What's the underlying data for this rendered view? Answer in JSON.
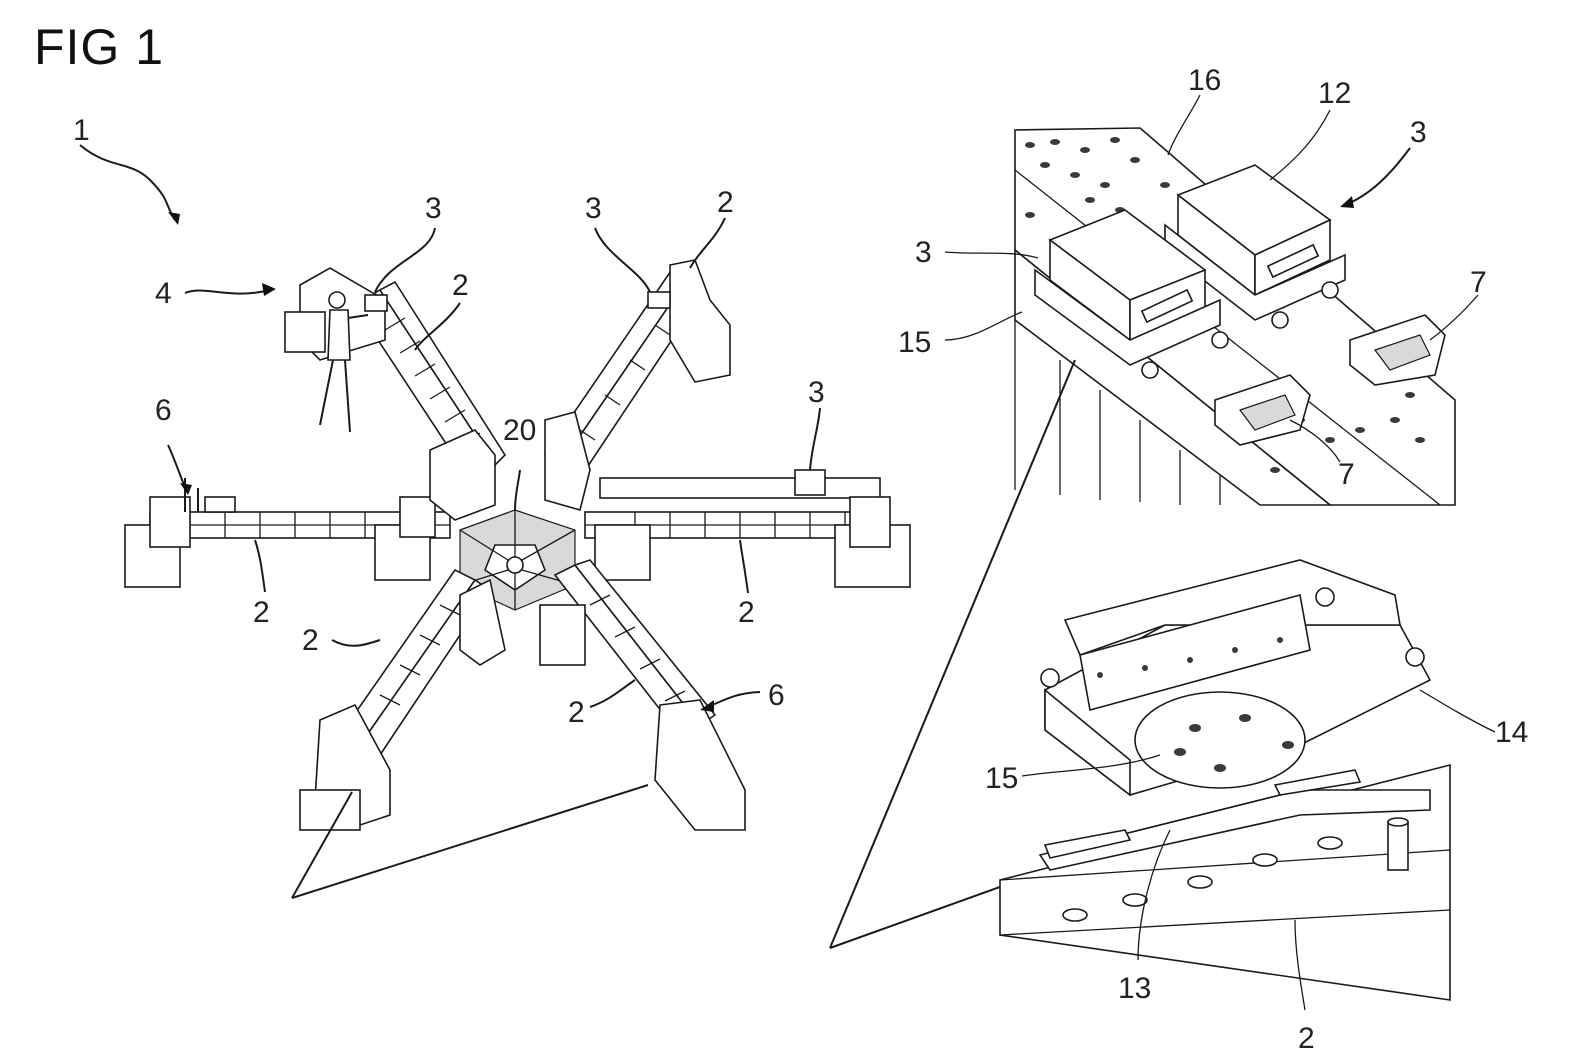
{
  "figure": {
    "title": "FIG 1"
  },
  "labels": {
    "star_assembly": "1",
    "arm_top_left": "2",
    "arm_top_right": "2",
    "arm_left": "2",
    "arm_right": "2",
    "arm_bottom_left": "2",
    "arm_bottom_right": "2",
    "module_top_left": "3",
    "module_top_center": "3",
    "module_right": "3",
    "operator": "4",
    "end_left": "6",
    "end_bottom_right": "6",
    "hub": "20",
    "detail_module_a": "3",
    "detail_module_b": "3",
    "detail_box": "12",
    "detail_rail": "16",
    "detail_mount_top": "15",
    "detail_clamp_a": "7",
    "detail_clamp_b": "7",
    "detail_mount_bottom": "15",
    "detail_plate": "14",
    "detail_groove": "13",
    "detail_arm": "2"
  }
}
